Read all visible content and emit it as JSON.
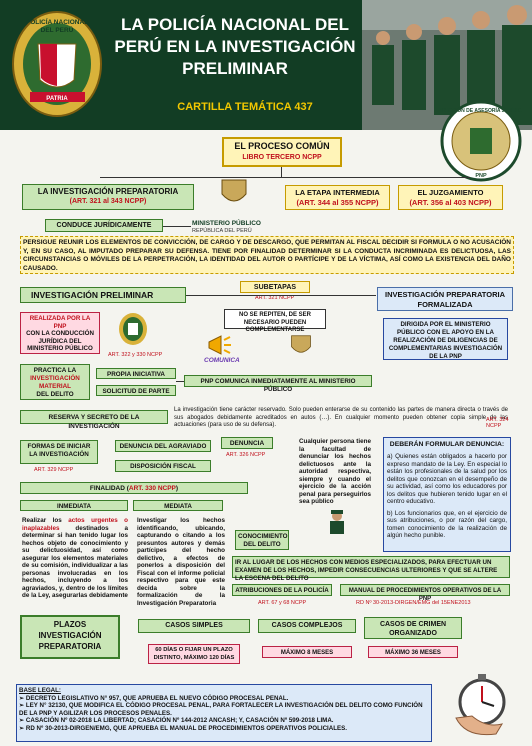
{
  "header": {
    "title": "LA POLICÍA NACIONAL DEL PERÚ EN LA INVESTIGACIÓN PRELIMINAR",
    "subtitle": "CARTILLA TEMÁTICA 437",
    "logo_top": "POLICÍA NACIONAL",
    "logo_bottom": "DEL PERÚ",
    "logo_band": "PATRIA"
  },
  "proceso": {
    "title": "EL PROCESO COMÚN",
    "sub": "LIBRO TERCERO NCPP"
  },
  "prep": {
    "title": "LA INVESTIGACIÓN PREPARATORIA",
    "arts": "(ART. 321 al 343 NCPP)"
  },
  "intermedia": {
    "title": "LA ETAPA INTERMEDIA",
    "arts": "(ART.  344 al 355 NCPP)"
  },
  "juzgamiento": {
    "title": "EL JUZGAMIENTO",
    "arts": "(ART. 356 al 403 NCPP)"
  },
  "conduce": "CONDUCE JURÍDICAMENTE",
  "mp1": "MINISTERIO PÚBLICO",
  "mp2": "REPÚBLICA DEL PERÚ",
  "persigue": "PERSIGUE REUNIR LOS ELEMENTOS DE CONVICCIÓN, DE CARGO Y DE DESCARGO, QUE PERMITAN AL FISCAL DECIDIR SI FORMULA O NO ACUSACIÓN Y, EN SU CASO, AL IMPUTADO PREPARAR SU DEFENSA. TIENE POR FINALIDAD DETERMINAR SI LA CONDUCTA INCRIMINADA ES DELICTUOSA, LAS CIRCUNSTANCIAS O MÓVILES DE LA PERPETRACIÓN, LA IDENTIDAD DEL AUTOR O PARTÍCIPE Y DE LA VÍCTIMA, ASÍ COMO LA EXISTENCIA DEL DAÑO CAUSADO.",
  "subetapas": "SUBETAPAS",
  "art321": "ART. 321 NCPP",
  "prelim": "INVESTIGACIÓN PRELIMINAR",
  "formal": "INVESTIGACIÓN PREPARATORIA FORMALIZADA",
  "norepiten": "NO SE REPITEN, DE SER NECESARIO PUEDEN COMPLEMENTARSE",
  "dirigida": "DIRIGIDA POR EL MINISTERIO PÚBLICO CON EL APOYO EN LA REALIZACIÓN DE DILIGENCIAS DE COMPLEMENTARIAS INVESTIGACIÓN DE LA PNP",
  "realizada_a": "REALIZADA POR LA PNP",
  "realizada_b": "CON LA CONDUCCIÓN JURÍDICA DEL MINISTERIO PÚBLICO",
  "art322": "ART. 322 y 330 NCPP",
  "comunica": "COMUNICA",
  "practica_a": "PRACTICA LA",
  "practica_b": "INVESTIGACIÓN MATERIAL",
  "practica_c": "DEL DELITO",
  "propia": "PROPIA INICIATIVA",
  "solicitud": "SOLICITUD DE PARTE",
  "pnpcomunica": "PNP COMUNICA INMEDIATAMENTE AL MINISTERIO PÚBLICO",
  "reserva": "RESERVA Y SECRETO DE LA INVESTIGACIÓN",
  "reserva_txt": "La investigación tiene carácter reservado. Solo pueden enterarse de su contenido las partes de manera directa o través de sus abogados debidamente acreditados en autos (…). En cualquier momento pueden obtener copia simple de las actuaciones (para uso de su defensa).",
  "art324": "ART. 324 NCPP",
  "formas": "FORMAS DE INICIAR LA INVESTIGACIÓN",
  "art329": "ART. 329 NCPP",
  "den_agraviado": "DENUNCIA DEL AGRAVIADO",
  "disp_fiscal": "DISPOSICIÓN FISCAL",
  "denuncia": "DENUNCIA",
  "art326": "ART. 326 NCPP",
  "cualquier": "Cualquier persona tiene la facultad de denunciar los hechos delictuosos ante la autoridad respectiva, siempre y cuando el ejercicio de la acción penal para perseguirlos sea público",
  "deberan": "DEBERÁN FORMULAR DENUNCIA:",
  "deb_a": "a) Quienes están obligados a hacerlo por expreso mandato de la Ley. En especial lo están los profesionales de la salud por los delitos que conozcan en el desempeño de su actividad, así como los educadores por los delitos que hubieren tenido lugar en el centro educativo.",
  "deb_b": "b) Los funcionarios que, en el ejercicio de sus atribuciones, o por razón del cargo, tomen conocimiento de la realización de algún hecho punible.",
  "finalidad_a": "FINALIDAD (",
  "finalidad_b": "ART. 330 NCPP",
  "finalidad_c": ")",
  "inmediata": "INMEDIATA",
  "mediata": "MEDIATA",
  "inm_1": "Realizar los ",
  "inm_2": "actos urgentes o inaplazables",
  "inm_3": " destinados a determinar si han tenido lugar los hechos objeto de conocimiento y su delictuosidad, así como asegurar los elementos materiales de su comisión, individualizar a las personas involucradas en los hechos, incluyendo a los agraviados, y, dentro de los límites de la Ley, asegurarlas debidamente",
  "med_txt": "Investigar los hechos identificando, ubicando, capturando o citando a los presuntos autores y demás partícipes del hecho delictivo, a efectos de ponerlos a disposición del Fiscal con el informe policial respectivo para que este decida sobre la formalización de la Investigación Preparatoria",
  "conocimiento": "CONOCIMIENTO DEL DELITO",
  "ir": "IR AL LUGAR DE LOS HECHOS CON MEDIOS ESPECIALIZADOS, PARA EFECTUAR UN EXAMEN DE LOS HECHOS, IMPEDIR CONSECUENCIAS ULTERIORES Y QUE SE ALTERE LA ESCENA DEL DELITO",
  "atribuciones": "ATRIBUCIONES DE LA POLICÍA",
  "manual": "MANUAL DE PROCEDIMIENTOS OPERATIVOS DE LA PNP",
  "art67": "ART. 67 y 68 NCPP",
  "rd": "RD Nº 30-2013-DIRGEN/EMG del 15ENE2013",
  "plazos": "PLAZOS INVESTIGACIÓN PREPARATORIA",
  "simples": "CASOS SIMPLES",
  "complejos": "CASOS COMPLEJOS",
  "crimen": "CASOS DE CRIMEN ORGANIZADO",
  "simples_v": "60 DÍAS O FIJAR UN PLAZO DISTINTO, MÁXIMO 120 DÍAS",
  "complejos_v": "MÁXIMO 8 MESES",
  "crimen_v": "MÁXIMO 36 MESES",
  "base_title": "BASE LEGAL:",
  "base": [
    "➢ DECRETO LEGISLATIVO N° 957, QUE APRUEBA EL NUEVO CÓDIGO PROCESAL PENAL.",
    "➢ LEY N° 32130, QUE MODIFICA EL CÓDIGO PROCESAL PENAL, PARA FORTALECER LA INVESTIGACIÓN DEL DELITO COMO FUNCIÓN DE LA PNP Y AGILIZAR LOS PROCESOS PENALES.",
    "➢ CASACIÓN Nº 02-2018 LA LIBERTAD; CASACIÓN Nº 144-2012 ANCASH; Y, CASACIÓN Nº 599-2018 LIMA.",
    "➢ RD Nº 30-2013-DIRGEN/EMG, QUE APRUEBA EL MANUAL DE PROCEDIMIENTOS OPERATIVOS POLICIALES."
  ],
  "seal_top": "DIRECCIÓN DE ASESORÍA JURÍDICA",
  "seal_bottom": "PNP"
}
